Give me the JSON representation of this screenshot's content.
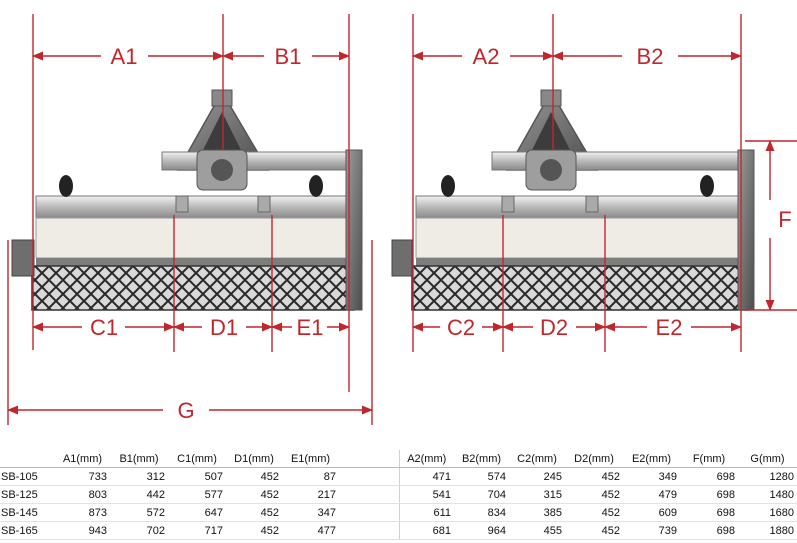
{
  "labels": {
    "left": {
      "A": "A1",
      "B": "B1",
      "C": "C1",
      "D": "D1",
      "E": "E1"
    },
    "right": {
      "A": "A2",
      "B": "B2",
      "C": "C2",
      "D": "D2",
      "E": "E2"
    },
    "F": "F",
    "G": "G"
  },
  "table": {
    "headers": [
      "",
      "A1(mm)",
      "B1(mm)",
      "C1(mm)",
      "D1(mm)",
      "E1(mm)",
      "",
      "A2(mm)",
      "B2(mm)",
      "C2(mm)",
      "D2(mm)",
      "E2(mm)",
      "F(mm)",
      "G(mm)"
    ],
    "rows": [
      [
        "SB-105",
        "733",
        "312",
        "507",
        "452",
        "87",
        "",
        "471",
        "574",
        "245",
        "452",
        "349",
        "698",
        "1280"
      ],
      [
        "SB-125",
        "803",
        "442",
        "577",
        "452",
        "217",
        "",
        "541",
        "704",
        "315",
        "452",
        "479",
        "698",
        "1480"
      ],
      [
        "SB-145",
        "873",
        "572",
        "647",
        "452",
        "347",
        "",
        "611",
        "834",
        "385",
        "452",
        "609",
        "698",
        "1680"
      ],
      [
        "SB-165",
        "943",
        "702",
        "717",
        "452",
        "477",
        "",
        "681",
        "964",
        "455",
        "452",
        "739",
        "698",
        "1880"
      ]
    ]
  },
  "colors": {
    "dimension": "#c0272d",
    "machine_frame": "#8c8c8c",
    "roller_dark": "#2a2a2a"
  }
}
